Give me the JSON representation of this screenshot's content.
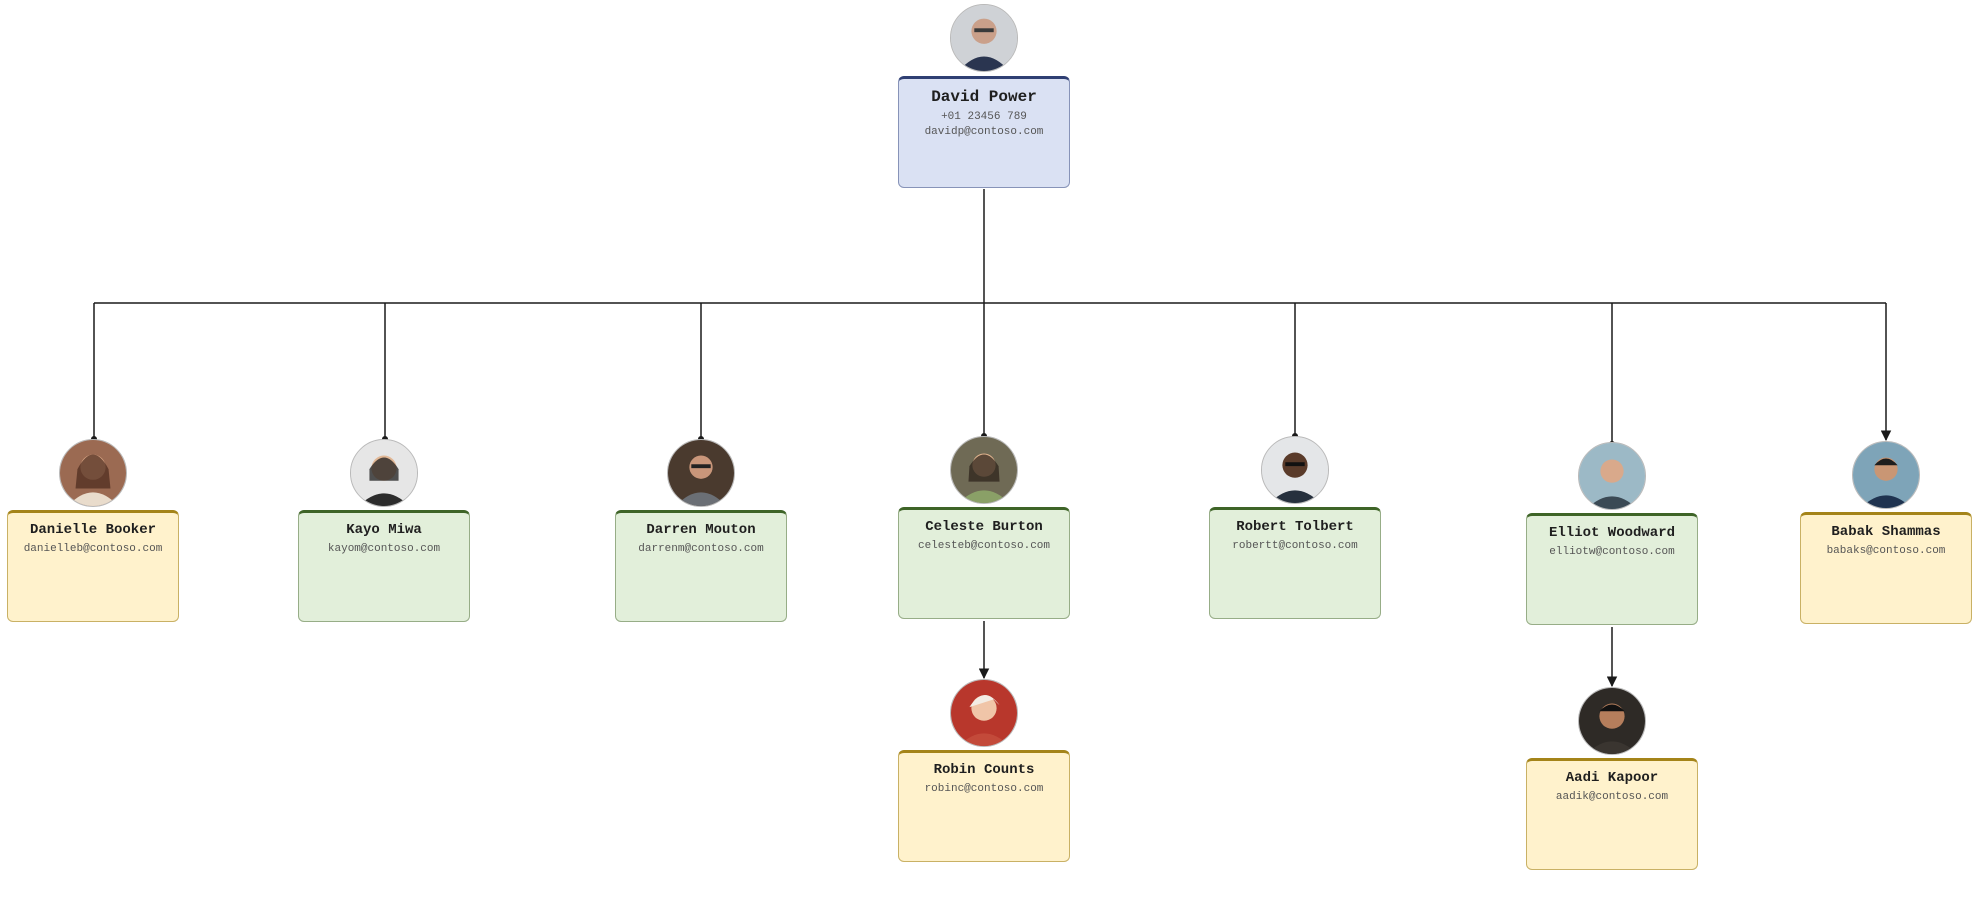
{
  "org_chart": {
    "root": {
      "name": "David Power",
      "phone": "+01 23456 789",
      "email": "davidp@contoso.com",
      "color": "#dae1f3"
    },
    "reports": [
      {
        "name": "Danielle Booker",
        "email": "danielleb@contoso.com",
        "color": "#fff2cc"
      },
      {
        "name": "Kayo Miwa",
        "email": "kayom@contoso.com",
        "color": "#e2efda"
      },
      {
        "name": "Darren Mouton",
        "email": "darrenm@contoso.com",
        "color": "#e2efda"
      },
      {
        "name": "Celeste Burton",
        "email": "celesteb@contoso.com",
        "color": "#e2efda"
      },
      {
        "name": "Robert Tolbert",
        "email": "robertt@contoso.com",
        "color": "#e2efda"
      },
      {
        "name": "Elliot Woodward",
        "email": "elliotw@contoso.com",
        "color": "#e2efda"
      },
      {
        "name": "Babak Shammas",
        "email": "babaks@contoso.com",
        "color": "#fff2cc"
      }
    ],
    "sub_reports": [
      {
        "name": "Robin Counts",
        "email": "robinc@contoso.com",
        "manager": "Celeste Burton",
        "color": "#fff2cc"
      },
      {
        "name": "Aadi Kapoor",
        "email": "aadik@contoso.com",
        "manager": "Elliot Woodward",
        "color": "#fff2cc"
      }
    ],
    "colors": {
      "root_fill": "#dae1f3",
      "root_accent": "#2f3f73",
      "green_fill": "#e2efda",
      "green_accent": "#3e6427",
      "yellow_fill": "#fff2cc",
      "yellow_accent": "#a48419",
      "connector": "#1a1a1a"
    }
  }
}
